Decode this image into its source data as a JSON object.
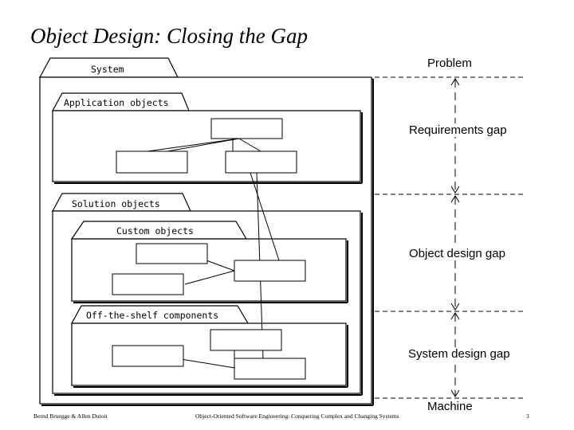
{
  "title": "Object Design: Closing the Gap",
  "diagram": {
    "system_label": "System",
    "application_label": "Application objects",
    "solution_label": "Solution objects",
    "custom_label": "Custom objects",
    "offshelf_label": "Off-the-shelf components"
  },
  "gaps": {
    "problem": "Problem",
    "requirements": "Requirements gap",
    "object_design": "Object design gap",
    "system_design": "System design gap",
    "machine": "Machine"
  },
  "footer": {
    "authors": "Bernd Bruegge & Allen Dutoit",
    "book": "Object-Oriented Software Engineering: Conquering Complex and Changing Systems",
    "page": "3"
  }
}
